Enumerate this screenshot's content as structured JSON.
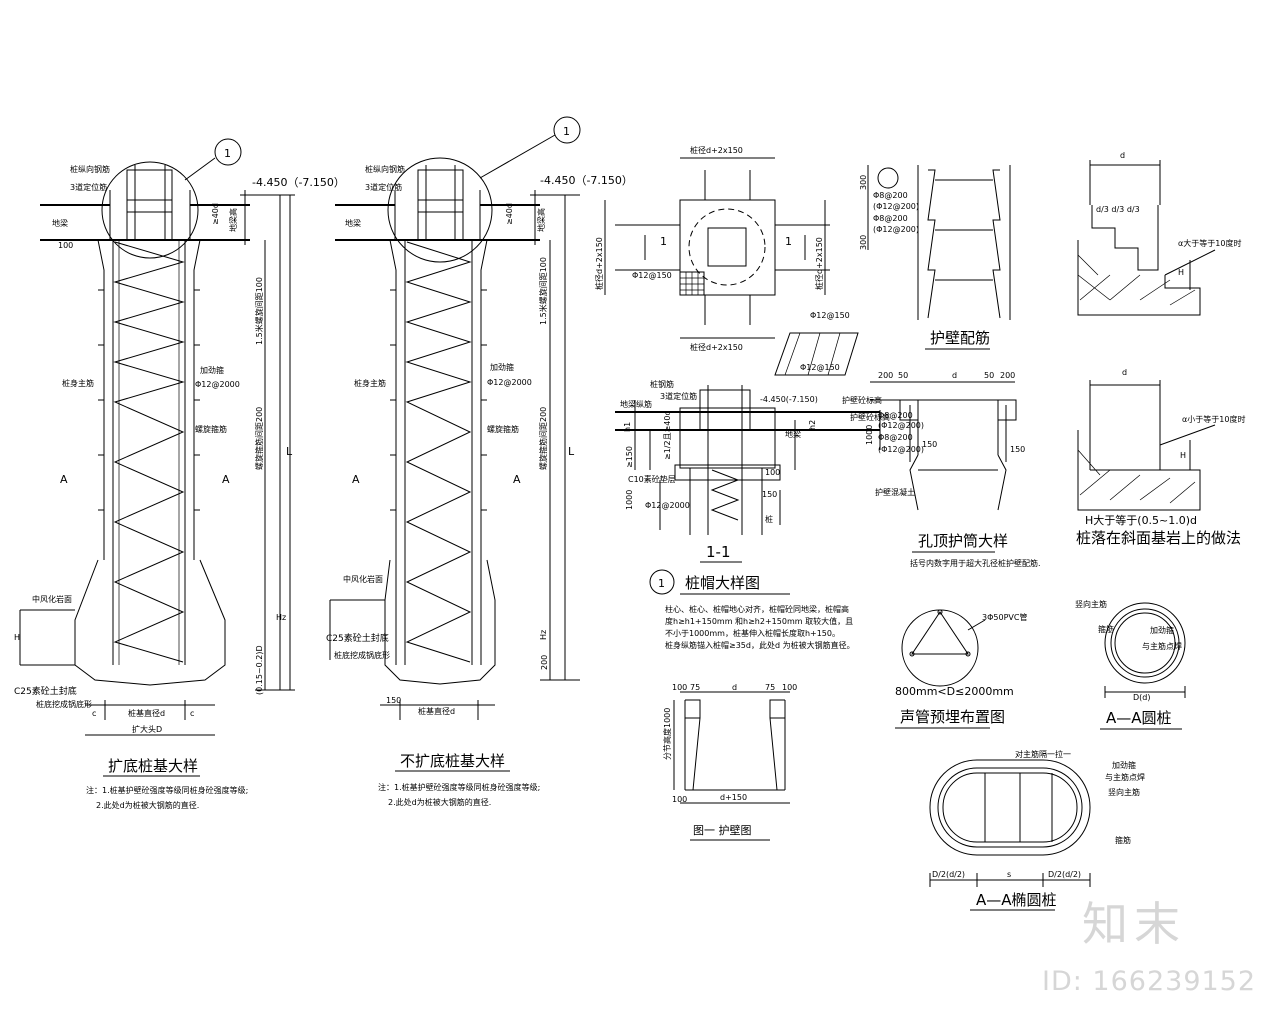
{
  "watermark": {
    "logo": "知末",
    "id": "ID: 166239152"
  },
  "left_pile": {
    "title": "扩底桩基大样",
    "notes": [
      "注：1.桩基护壁砼强度等级同桩身砼强度等级;",
      "2.此处d为桩被大钢筋的直径."
    ],
    "labels": {
      "vertical_bar": "桩纵向钢筋",
      "position_bar": "3道定位筋",
      "beam": "地梁",
      "elev": "-4.450（-7.150）",
      "d40": "≥40d",
      "beam_h": "地梁高",
      "d100": "100",
      "spiral_top": "1.5米螺旋间距100",
      "stiff": "加劲箍",
      "stiff_spec": "Φ12@2000",
      "main": "桩身主筋",
      "spiral": "螺旋箍筋",
      "spiral_bot": "螺旋箍筋间距200",
      "L": "L",
      "A": "A",
      "mid_weather": "中风化岩面",
      "H": "H",
      "Hz": "Hz",
      "c25": "C25素砼土封底",
      "c25b": "桩底挖成锅底形",
      "dim_c": "c",
      "dim_d": "桩基直径d",
      "dim_D": "扩大头D",
      "dim_hb": "(0.15~0.2)D"
    }
  },
  "mid_pile": {
    "title": "不扩底桩基大样",
    "notes": [
      "注：1.桩基护壁砼强度等级同桩身砼强度等级;",
      "2.此处d为桩被大钢筋的直径."
    ],
    "labels": {
      "vertical_bar": "桩纵向钢筋",
      "position_bar": "3道定位筋",
      "beam": "地梁",
      "elev": "-4.450（-7.150）",
      "d40": "≥40d",
      "beam_h": "地梁高",
      "spiral_top": "1.5米螺旋间距100",
      "stiff": "加劲箍",
      "stiff_spec": "Φ12@2000",
      "main": "桩身主筋",
      "spiral": "螺旋箍筋",
      "spiral_bot": "螺旋箍筋间距200",
      "L": "L",
      "A": "A",
      "mid_weather": "中风化岩面",
      "c25": "C25素砼土封底",
      "c25b": "桩底挖成锅底形",
      "Hz": "Hz",
      "d150": "150",
      "dim_d": "桩基直径d",
      "d200": "200"
    }
  },
  "callout": {
    "num": "1"
  },
  "cap_plan": {
    "top": "桩径d+2x150",
    "bottom": "桩径d+2x150",
    "left": "桩径d+2x150",
    "right": "桩径d+2x150",
    "bar": "Φ12@150",
    "sec": "1"
  },
  "sec11": {
    "title": "1-1",
    "labels": {
      "vbar": "桩钢筋",
      "pos": "3道定位筋",
      "beam_bar": "地梁纵筋",
      "elev": "-4.450(-7.150)",
      "b1": "Φ12@150",
      "b2": "Φ12@150",
      "h1": "h1",
      "h2": "h2",
      "dd": "≥1/2且≥40d",
      "c10": "C10素砼垫层",
      "d150": "≥150",
      "d1000": "1000",
      "b3": "Φ12@2000",
      "d150b": "150",
      "d100": "100",
      "beam": "地梁",
      "pile": "桩"
    }
  },
  "cap_detail": {
    "num": "1",
    "title": "桩帽大样图",
    "notes": [
      "柱心、桩心、桩帽地心对齐，桩帽砼同地梁，桩帽高",
      "度h≥h1+150mm 和h≥h2+150mm 取较大值，且",
      "不小于1000mm，桩基伸入桩帽长度取h+150。",
      "桩身纵筋锚入桩帽≥35d，此处d 为桩被大钢筋直径。"
    ]
  },
  "tongue": {
    "title": "图一 护壁图",
    "d100a": "100",
    "d75a": "75",
    "d": "d",
    "d75b": "75",
    "d100b": "100",
    "left": "分节高度1000",
    "bot": "d+150",
    "d100c": "100"
  },
  "wall_rebar": {
    "title": "护壁配筋",
    "l300a": "300",
    "l300b": "300",
    "b1": "Φ8@200",
    "b2": "(Φ12@200)",
    "b3": "Φ8@200",
    "b4": "(Φ12@200)"
  },
  "hole_top": {
    "title": "孔顶护筒大样",
    "note": "括号内数字用于超大孔径桩护壁配筋.",
    "d200a": "200",
    "d50a": "50",
    "d": "d",
    "d50b": "50",
    "d200b": "200",
    "side": "护壁砼标高",
    "ground": "护壁砼标高",
    "d1000": "1000",
    "b1": "Φ8@200",
    "b2": "(Φ12@200)",
    "b3": "Φ8@200",
    "b4": "(Φ12@200)",
    "d150a": "150",
    "d150b": "150",
    "wall": "护壁混凝土"
  },
  "slope": {
    "d_top": "d",
    "d3": "d/3 d/3 d/3",
    "ang1": "α大于等于10度时",
    "H1": "H",
    "d_bot": "d",
    "ang2": "α小于等于10度时",
    "H2": "H",
    "cond": "H大于等于(0.5~1.0)d",
    "title": "桩落在斜面基岩上的做法"
  },
  "sound": {
    "pipe": "3Φ50PVC管",
    "range": "800mm<D≤2000mm",
    "title": "声管预埋布置图"
  },
  "round": {
    "main": "竖向主筋",
    "stir": "箍筋",
    "stiff": "加劲箍",
    "stiff2": "与主筋点焊",
    "dim": "D(d)",
    "title": "A—A圆桩"
  },
  "ellipse": {
    "top": "对主筋隔一拉一",
    "stiff": "加劲箍",
    "stiff2": "与主筋点焊",
    "main": "竖向主筋",
    "stir": "箍筋",
    "d1": "D/2(d/2)",
    "s": "s",
    "d2": "D/2(d/2)",
    "title": "A—A椭圆桩"
  }
}
